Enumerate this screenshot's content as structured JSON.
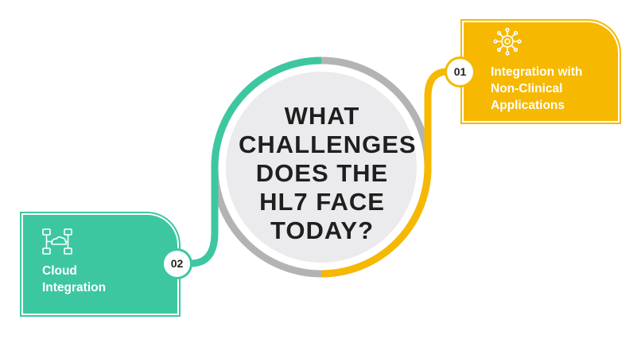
{
  "center": {
    "title_lines": [
      "WHAT",
      "CHALLENGES",
      "DOES THE",
      "HL7 FACE",
      "TODAY?"
    ]
  },
  "challenges": [
    {
      "number": "01",
      "title_lines": [
        "Integration with",
        "Non-Clinical",
        "Applications"
      ],
      "color": "#f6b800",
      "icon": "network-gear-icon"
    },
    {
      "number": "02",
      "title_lines": [
        "Cloud",
        "Integration"
      ],
      "color": "#3dc7a1",
      "icon": "cloud-network-icon"
    }
  ],
  "colors": {
    "ring_gray": "#b3b3b3",
    "center_fill": "#ebebee",
    "green": "#3dc7a1",
    "yellow": "#f6b800"
  }
}
